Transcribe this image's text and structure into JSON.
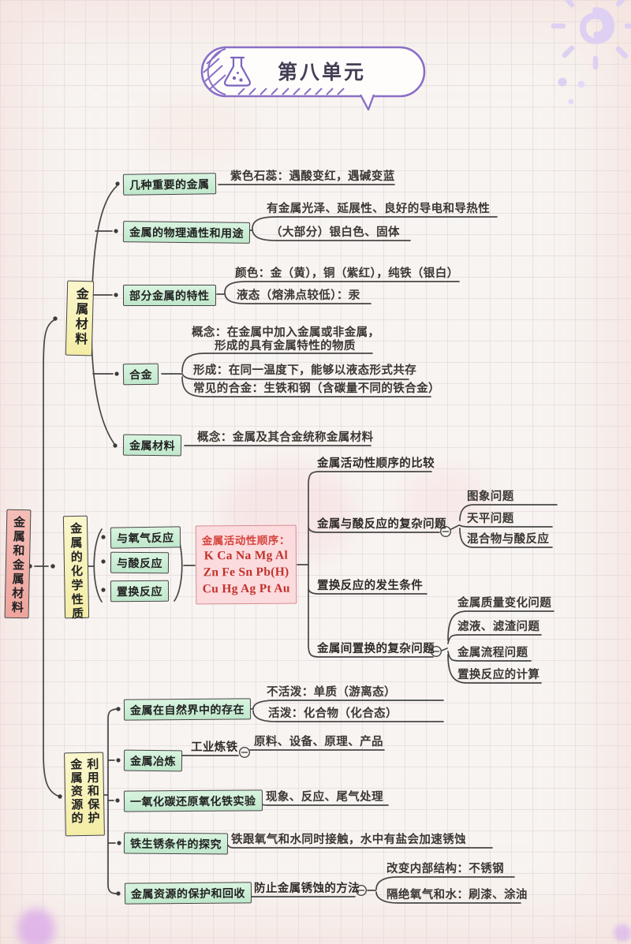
{
  "header": {
    "title": "第八单元"
  },
  "root": {
    "label": "金属和金属材料"
  },
  "colors": {
    "accent_purple": "#8a6fc7",
    "node_green": "#c9ecd4",
    "branch_yellow": "#f8f4ba",
    "root_pink": "#f2b0aa",
    "series_panel_pink": "#fbdbde",
    "series_text_red": "#c2312b",
    "line": "#454545"
  },
  "branch1": {
    "label": "金属材料",
    "n1": {
      "label": "几种重要的金属",
      "note": "紫色石蕊：遇酸变红，遇碱变蓝"
    },
    "n2": {
      "label": "金属的物理通性和用途",
      "note1": "有金属光泽、延展性、良好的导电和导热性",
      "note2": "（大部分）银白色、固体"
    },
    "n3": {
      "label": "部分金属的特性",
      "note1": "颜色：金（黄），铜（紫红），纯铁（银白）",
      "note2": "液态（熔沸点较低）：汞"
    },
    "n4": {
      "label": "合金",
      "note1a": "概念：在金属中加入金属或非金属，",
      "note1b": "形成的具有金属特性的物质",
      "note2": "形成：在同一温度下，能够以液态形式共存",
      "note3": "常见的合金：生铁和钢（含碳量不同的铁合金）"
    },
    "n5": {
      "label": "金属材料",
      "note": "概念：金属及其合金统称金属材料"
    }
  },
  "branch2": {
    "label": "金属的化学性质",
    "reactions": [
      "与氧气反应",
      "与酸反应",
      "置换反应"
    ],
    "series": {
      "title": "金属活动性顺序：",
      "row1": "K Ca Na Mg Al",
      "row2": "Zn Fe Sn Pb(H)",
      "row3": "Cu Hg Ag Pt Au"
    },
    "topics": {
      "t1": "金属活动性顺序的比较",
      "t2": "金属与酸反应的复杂问题",
      "t2_children": [
        "图象问题",
        "天平问题",
        "混合物与酸反应"
      ],
      "t3": "置换反应的发生条件",
      "t4": "金属间置换的复杂问题",
      "t4_children": [
        "金属质量变化问题",
        "滤液、滤渣问题",
        "金属流程问题",
        "置换反应的计算"
      ]
    }
  },
  "branch3": {
    "label_col1": "金属资源的",
    "label_col2": "利用和保护",
    "n1": {
      "label": "金属在自然界中的存在",
      "note1": "不活泼：单质（游离态）",
      "note2": "活泼：化合物（化合态）"
    },
    "n2": {
      "label": "金属冶炼",
      "sub": "工业炼铁",
      "note": "原料、设备、原理、产品"
    },
    "n3": {
      "label": "一氧化碳还原氧化铁实验",
      "note": "现象、反应、尾气处理"
    },
    "n4": {
      "label": "铁生锈条件的探究",
      "note": "铁跟氧气和水同时接触，水中有盐会加速锈蚀"
    },
    "n5": {
      "label": "金属资源的保护和回收",
      "sub": "防止金属锈蚀的方法",
      "note1": "改变内部结构：不锈钢",
      "note2": "隔绝氧气和水：刷漆、涂油"
    }
  }
}
